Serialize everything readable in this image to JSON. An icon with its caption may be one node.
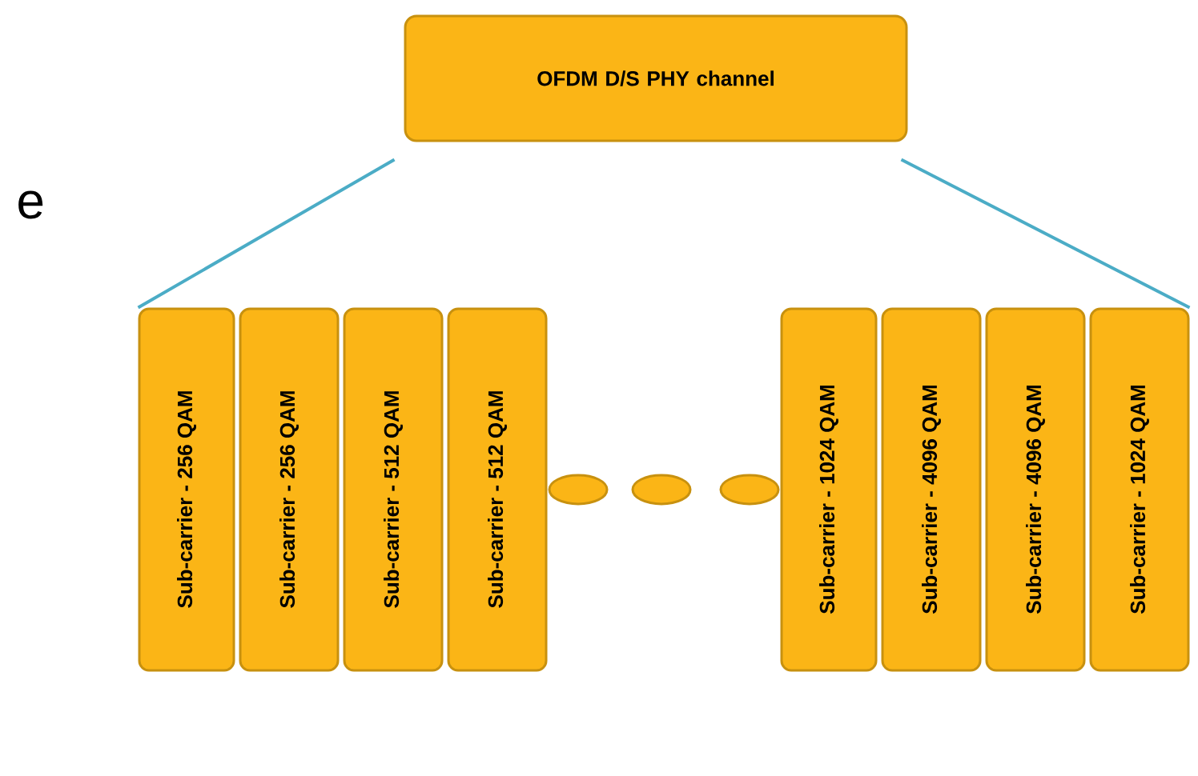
{
  "diagram": {
    "nodes": [
      {
        "text": [
          "OFDM  D/S PHY channel"
        ]
      },
      {
        "text": [
          "Sub-carrier - 256 QAM"
        ]
      },
      {
        "text": [
          "Sub-carrier - 256 QAM"
        ]
      },
      {
        "text": [
          "Sub-carrier - 512 QAM"
        ]
      },
      {
        "text": [
          "Sub-carrier - 512 QAM"
        ]
      },
      {
        "text": [],
        "shape": "circle"
      },
      {
        "text": [],
        "shape": "circle"
      },
      {
        "text": [],
        "shape": "circle"
      },
      {
        "text": [
          "Sub-carrier - 1024 QAM"
        ]
      },
      {
        "text": [
          "Sub-carrier - 4096 QAM"
        ]
      },
      {
        "text": [
          "Sub-carrier - 4096 QAM"
        ]
      },
      {
        "text": [
          "Sub-carrier - 1024 QAM"
        ]
      }
    ],
    "edges": [
      {
        "from": 0,
        "to": 1,
        "arrow": "none",
        "color": "#4bacc6"
      },
      {
        "from": 0,
        "to": 11,
        "arrow": "none",
        "color": "#4bacc6"
      }
    ],
    "labels": [
      "e"
    ]
  }
}
